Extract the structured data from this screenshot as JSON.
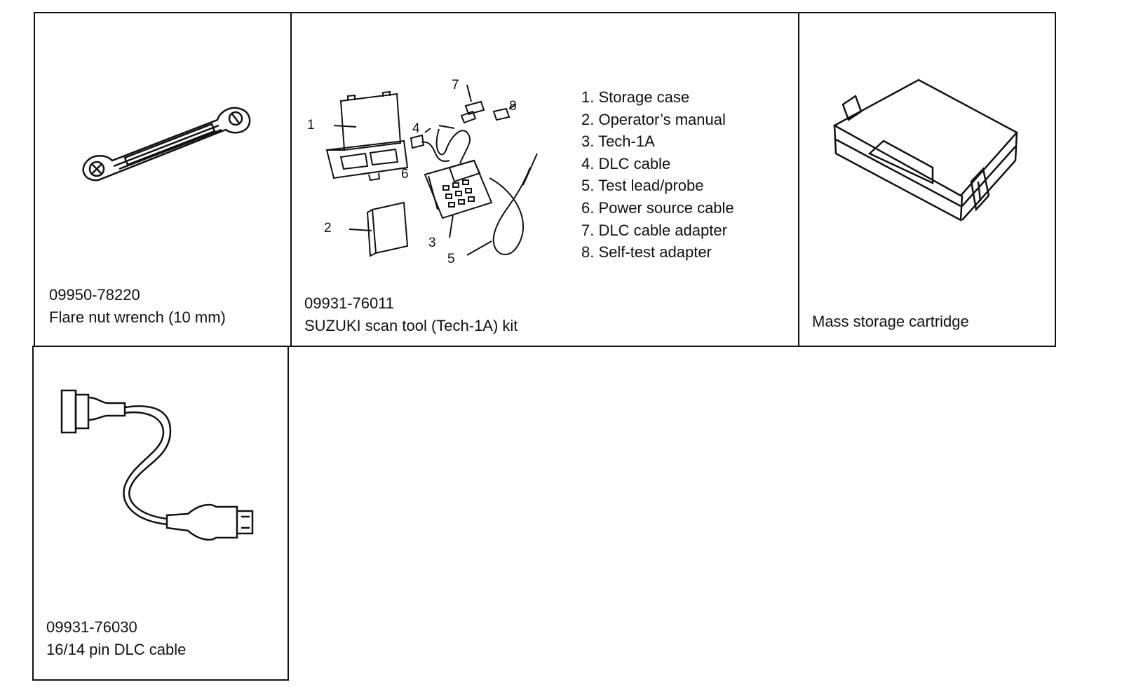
{
  "tools": [
    {
      "part_number": "09950-78220",
      "name": "Flare nut wrench (10 mm)"
    },
    {
      "part_number": "09931-76011",
      "name": "SUZUKI scan tool (Tech-1A) kit"
    },
    {
      "part_number": "",
      "name": "Mass storage cartridge"
    },
    {
      "part_number": "09931-76030",
      "name": "16/14 pin DLC cable"
    }
  ],
  "kit_parts": [
    "1. Storage case",
    "2. Operator’s manual",
    "3. Tech-1A",
    "4. DLC cable",
    "5. Test lead/probe",
    "6. Power source cable",
    "7. DLC cable adapter",
    "8. Self-test adapter"
  ],
  "callout_numbers": [
    "1",
    "2",
    "3",
    "4",
    "5",
    "6",
    "7",
    "8"
  ]
}
